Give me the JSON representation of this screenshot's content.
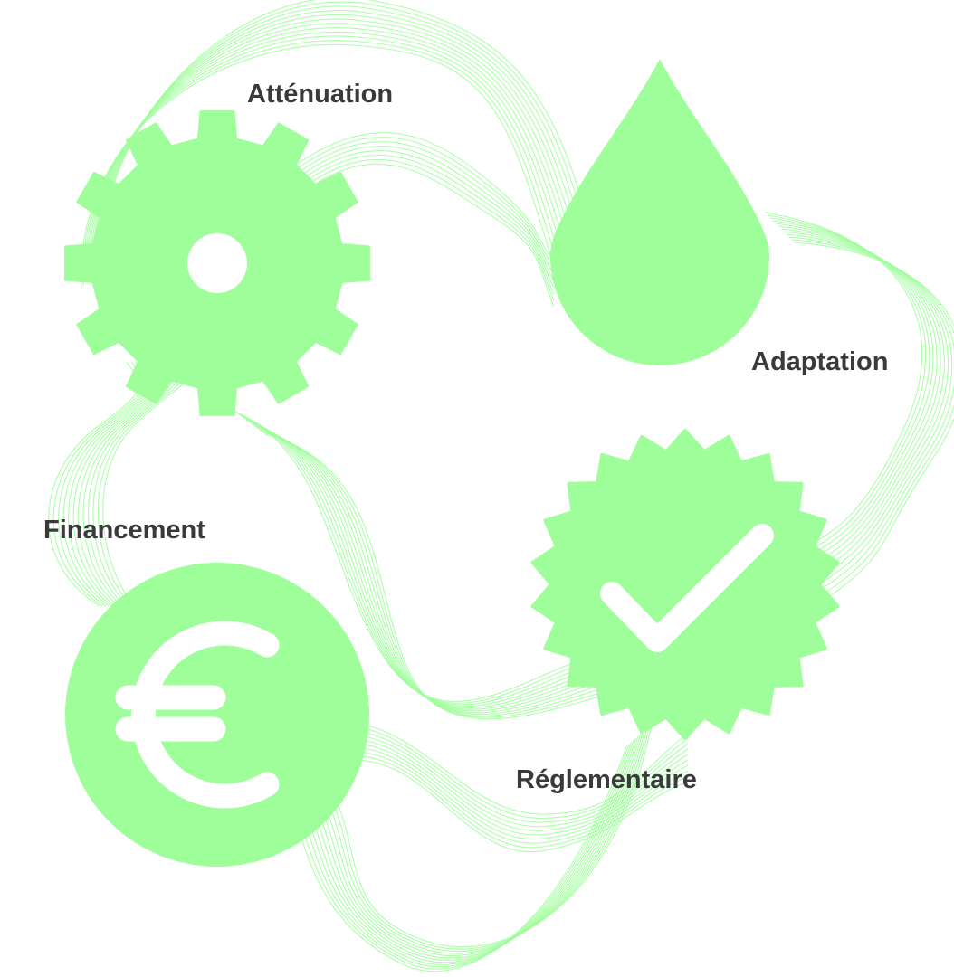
{
  "colors": {
    "accent": "#9dfe9a",
    "line": "#9dfe9a",
    "label_text": "#3a3a3a",
    "background": "#ffffff",
    "icon_cutout": "#ffffff"
  },
  "nodes": [
    {
      "id": "attenuation",
      "label": "Atténuation",
      "icon": "gear-icon"
    },
    {
      "id": "adaptation",
      "label": "Adaptation",
      "icon": "water-drop-icon"
    },
    {
      "id": "reglementaire",
      "label": "Réglementaire",
      "icon": "check-badge-icon"
    },
    {
      "id": "financement",
      "label": "Financement",
      "icon": "euro-icon"
    }
  ]
}
